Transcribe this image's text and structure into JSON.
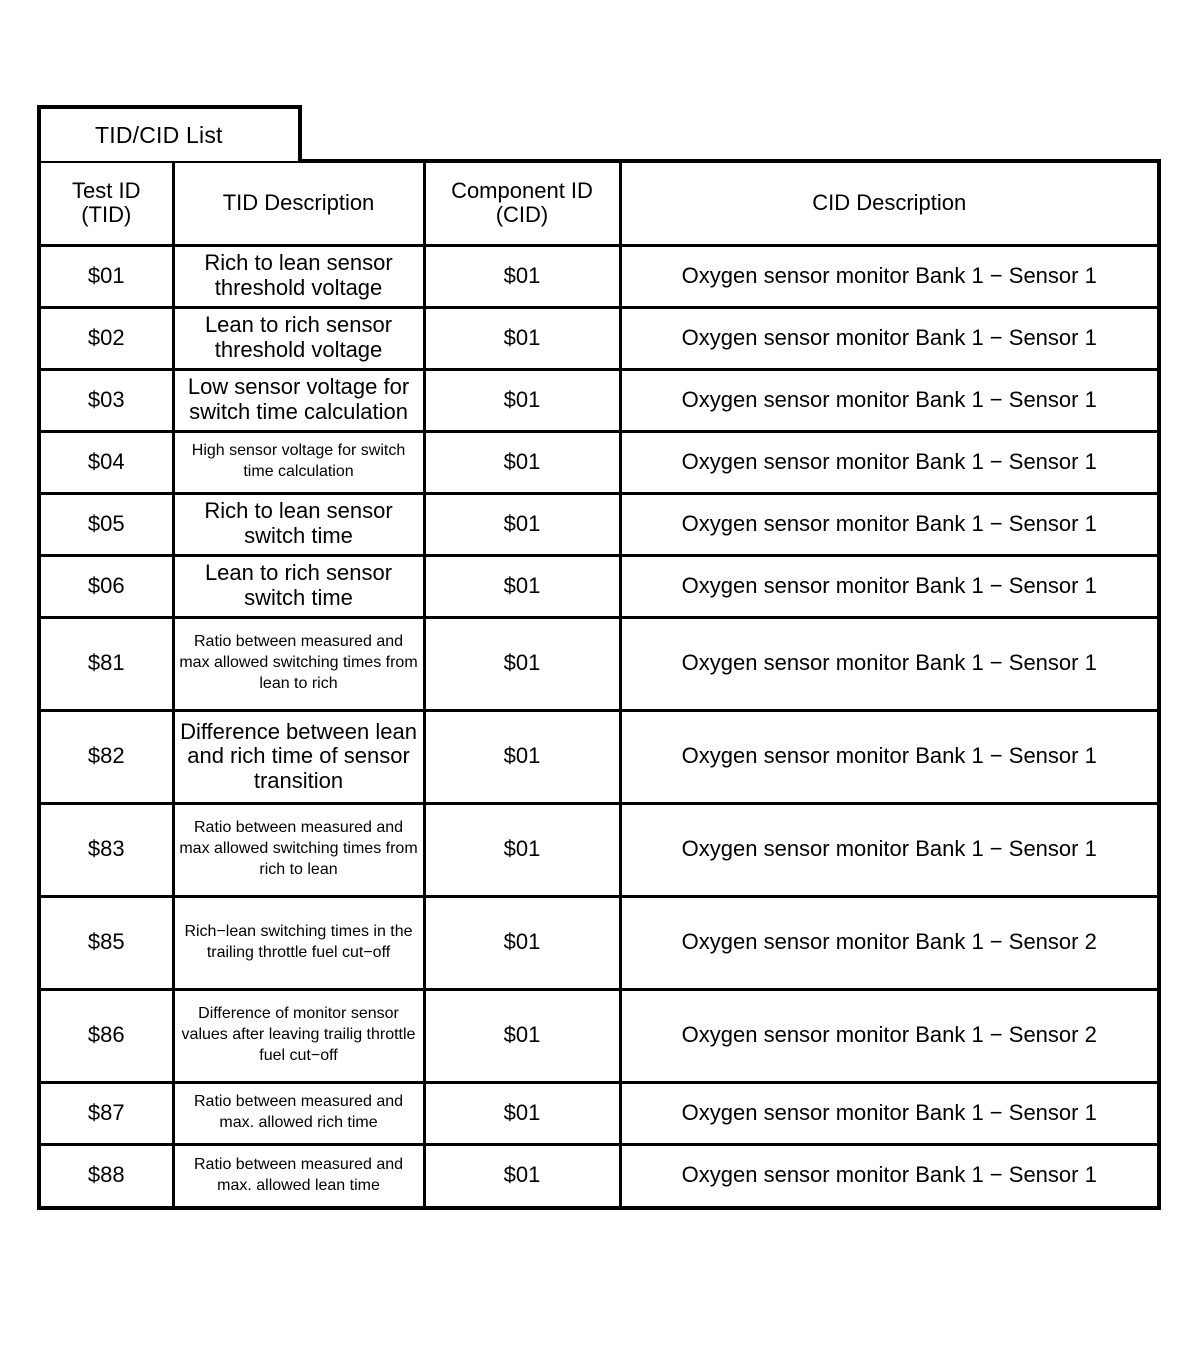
{
  "title_tab": {
    "label": "TID/CID List"
  },
  "table": {
    "columns": [
      {
        "key": "tid",
        "label": "Test ID\n(TID)",
        "label_line1": "Test ID",
        "label_line2": "(TID)"
      },
      {
        "key": "tdesc",
        "label": "TID Description",
        "label_line1": "TID Description",
        "label_line2": ""
      },
      {
        "key": "cid",
        "label": "Component ID\n(CID)",
        "label_line1": "Component ID",
        "label_line2": "(CID)"
      },
      {
        "key": "cdesc",
        "label": "CID Description",
        "label_line1": "CID Description",
        "label_line2": ""
      }
    ],
    "rows": [
      {
        "tid": "$01",
        "tid_description": "Rich to lean sensor threshold voltage",
        "cid": "$01",
        "cid_description": "Oxygen sensor monitor Bank 1 − Sensor 1",
        "desc_size": "large",
        "row_height": "short"
      },
      {
        "tid": "$02",
        "tid_description": "Lean to rich sensor threshold voltage",
        "cid": "$01",
        "cid_description": "Oxygen sensor monitor Bank 1 − Sensor 1",
        "desc_size": "large",
        "row_height": "short"
      },
      {
        "tid": "$03",
        "tid_description": "Low sensor voltage for switch time calculation",
        "cid": "$01",
        "cid_description": "Oxygen sensor monitor Bank 1 − Sensor 1",
        "desc_size": "large",
        "row_height": "short"
      },
      {
        "tid": "$04",
        "tid_description": "High sensor voltage for switch time calculation",
        "cid": "$01",
        "cid_description": "Oxygen sensor monitor Bank 1 − Sensor 1",
        "desc_size": "small",
        "row_height": "short"
      },
      {
        "tid": "$05",
        "tid_description": "Rich to lean sensor switch time",
        "cid": "$01",
        "cid_description": "Oxygen sensor monitor Bank 1 − Sensor 1",
        "desc_size": "large",
        "row_height": "short"
      },
      {
        "tid": "$06",
        "tid_description": "Lean to rich sensor switch time",
        "cid": "$01",
        "cid_description": "Oxygen sensor monitor Bank 1 − Sensor 1",
        "desc_size": "large",
        "row_height": "short"
      },
      {
        "tid": "$81",
        "tid_description": "Ratio between measured and max allowed switching times from lean to rich",
        "cid": "$01",
        "cid_description": "Oxygen sensor monitor Bank 1 − Sensor 1",
        "desc_size": "small",
        "row_height": "tall"
      },
      {
        "tid": "$82",
        "tid_description": "Difference between lean and rich time of sensor transition",
        "cid": "$01",
        "cid_description": "Oxygen sensor monitor Bank 1 − Sensor 1",
        "desc_size": "large",
        "row_height": "tall"
      },
      {
        "tid": "$83",
        "tid_description": "Ratio between measured and max allowed switching times from rich to lean",
        "cid": "$01",
        "cid_description": "Oxygen sensor monitor Bank 1 − Sensor 1",
        "desc_size": "small",
        "row_height": "tall"
      },
      {
        "tid": "$85",
        "tid_description": "Rich−lean switching times in the trailing throttle fuel cut−off",
        "cid": "$01",
        "cid_description": "Oxygen sensor monitor Bank 1 − Sensor 2",
        "desc_size": "small",
        "row_height": "tall"
      },
      {
        "tid": "$86",
        "tid_description": "Difference of monitor sensor values after leaving trailig throttle fuel cut−off",
        "cid": "$01",
        "cid_description": "Oxygen sensor monitor Bank 1 − Sensor 2",
        "desc_size": "small",
        "row_height": "tall"
      },
      {
        "tid": "$87",
        "tid_description": "Ratio between measured and max. allowed rich time",
        "cid": "$01",
        "cid_description": "Oxygen sensor monitor Bank 1 − Sensor 1",
        "desc_size": "small",
        "row_height": "short"
      },
      {
        "tid": "$88",
        "tid_description": "Ratio between measured and max. allowed lean time",
        "cid": "$01",
        "cid_description": "Oxygen sensor monitor Bank 1 − Sensor 1",
        "desc_size": "small",
        "row_height": "short"
      }
    ]
  },
  "colors": {
    "border": "#000000",
    "background": "#ffffff",
    "text": "#000000"
  }
}
